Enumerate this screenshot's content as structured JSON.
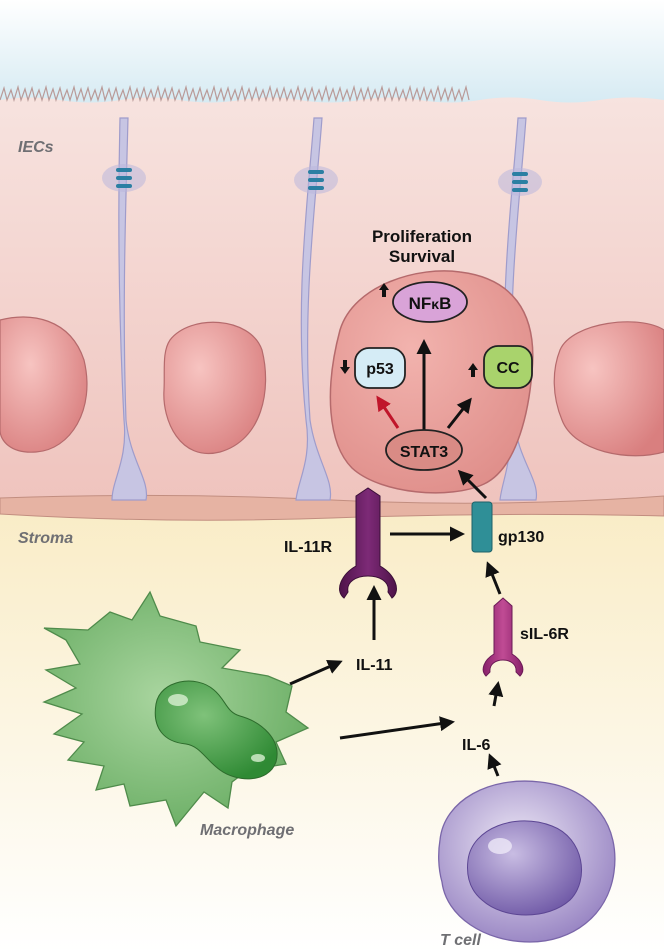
{
  "regions": {
    "epithelium": "IECs",
    "stroma": "Stroma"
  },
  "cells": {
    "macrophage": "Macrophage",
    "t_cell": "T cell"
  },
  "outcome": {
    "line1": "Proliferation",
    "line2": "Survival"
  },
  "nodes": {
    "nfkb_prefix": "NF",
    "nfkb_kappa": "κ",
    "nfkb_suffix": "B",
    "p53": "p53",
    "cc": "CC",
    "stat3": "STAT3"
  },
  "receptors": {
    "il11r": "IL-11R",
    "gp130": "gp130",
    "sil6r": "sIL-6R"
  },
  "cytokines": {
    "il11": "IL-11",
    "il6": "IL-6"
  },
  "colors": {
    "lumen": "#d6ecf3",
    "epithelium": "#f3cfc9",
    "stroma": "#f6e4b6",
    "nucleus": "#e49a98",
    "nfkb": "#d9a3d8",
    "p53": "#d5ecf6",
    "cc": "#a9d36c",
    "stat3": "#d98b85",
    "il11r": "#6b1f66",
    "sil6r": "#a8307f",
    "gp130": "#2f8f97",
    "macrophage": "#6fb36a",
    "t_cell": "#8a72b8",
    "inhibit_arrow": "#c0152a",
    "junction": "#2b7fa3"
  }
}
